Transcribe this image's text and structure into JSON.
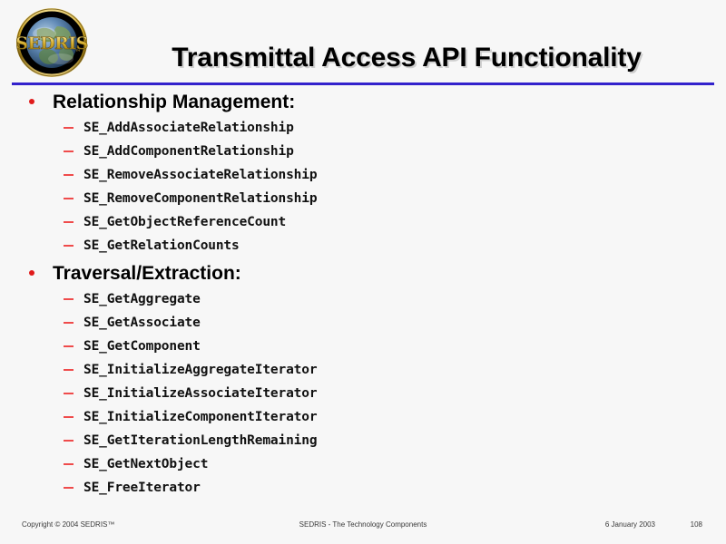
{
  "slide": {
    "background_color": "#f7f7f7",
    "title": "Transmittal Access API Functionality",
    "rule_color": "#3322cc",
    "bullet_color": "#e01b1b",
    "dash_color": "#ef4b4b"
  },
  "logo": {
    "name": "sedris-logo",
    "wordmark": "SEDRIS",
    "ring_color": "#c9a227",
    "disc_color": "#000000",
    "globe_color": "#5b7fae"
  },
  "sections": [
    {
      "heading": "Relationship Management:",
      "items": [
        "SE_AddAssociateRelationship",
        "SE_AddComponentRelationship",
        "SE_RemoveAssociateRelationship",
        "SE_RemoveComponentRelationship",
        "SE_GetObjectReferenceCount",
        "SE_GetRelationCounts"
      ]
    },
    {
      "heading": "Traversal/Extraction:",
      "items": [
        "SE_GetAggregate",
        "SE_GetAssociate",
        "SE_GetComponent",
        "SE_InitializeAggregateIterator",
        "SE_InitializeAssociateIterator",
        "SE_InitializeComponentIterator",
        "SE_GetIterationLengthRemaining",
        "SE_GetNextObject",
        "SE_FreeIterator"
      ]
    }
  ],
  "footer": {
    "copyright": "Copyright © 2004 SEDRIS™",
    "center": "SEDRIS - The Technology Components",
    "date": "6 January 2003",
    "page": "108"
  }
}
